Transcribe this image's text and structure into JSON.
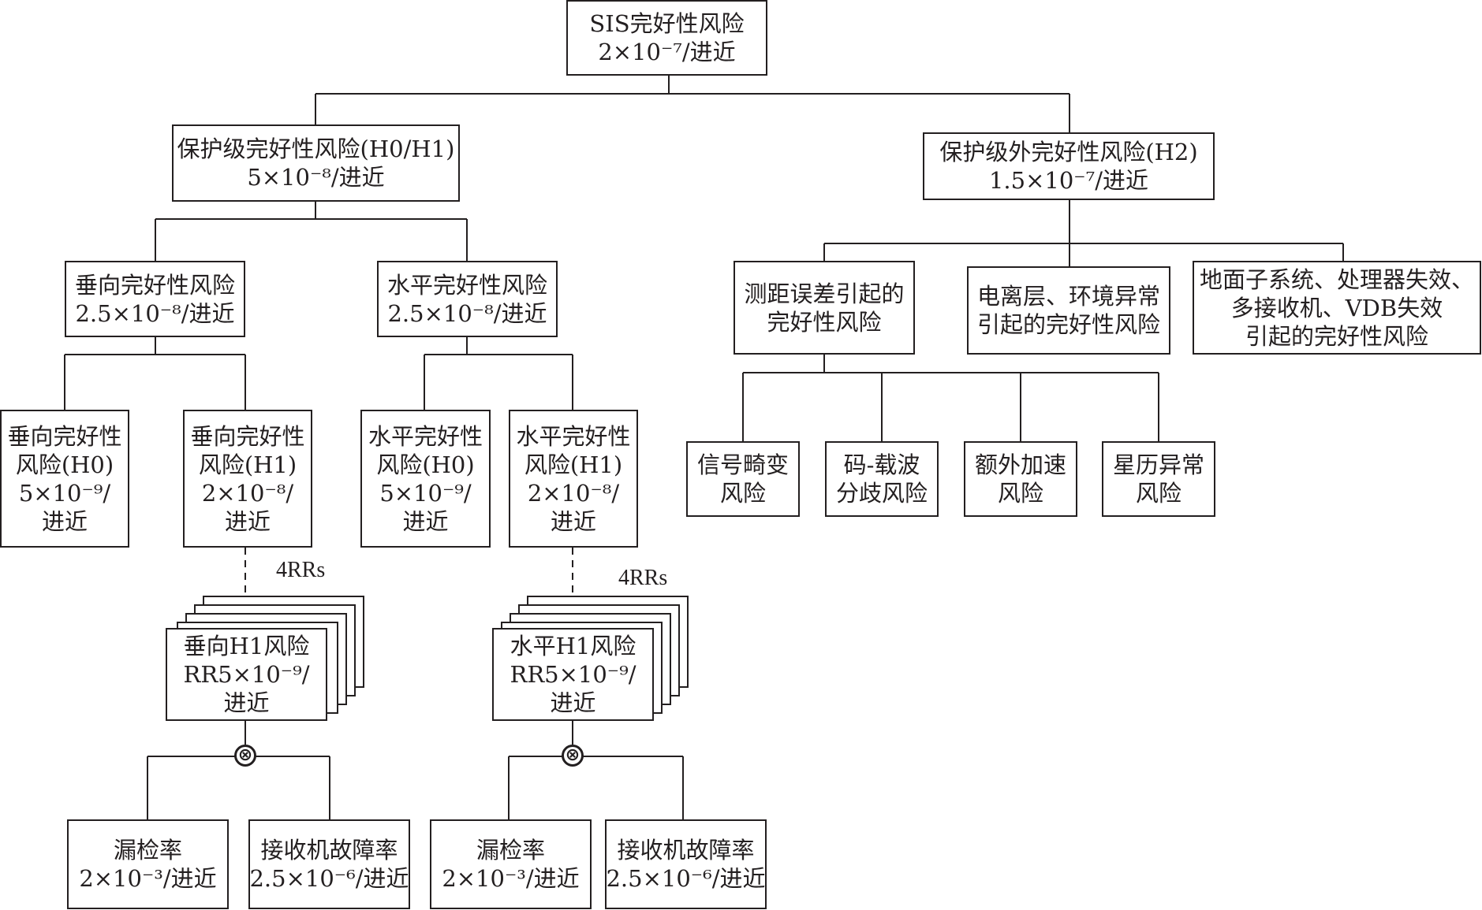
{
  "root": {
    "title": "SIS完好性风险",
    "value": "2×10⁻⁷/进近"
  },
  "pl": {
    "title": "保护级完好性风险(H0/H1)",
    "value": "5×10⁻⁸/进近"
  },
  "out": {
    "title": "保护级外完好性风险(H2)",
    "value": "1.5×10⁻⁷/进近"
  },
  "vert": {
    "title": "垂向完好性风险",
    "value": "2.5×10⁻⁸/进近"
  },
  "horiz": {
    "title": "水平完好性风险",
    "value": "2.5×10⁻⁸/进近"
  },
  "v_h0": {
    "l1": "垂向完好性",
    "l2": "风险(H0)",
    "l3": "5×10⁻⁹/",
    "l4": "进近"
  },
  "v_h1": {
    "l1": "垂向完好性",
    "l2": "风险(H1)",
    "l3": "2×10⁻⁸/",
    "l4": "进近"
  },
  "h_h0": {
    "l1": "水平完好性",
    "l2": "风险(H0)",
    "l3": "5×10⁻⁹/",
    "l4": "进近"
  },
  "h_h1": {
    "l1": "水平完好性",
    "l2": "风险(H1)",
    "l3": "2×10⁻⁸/",
    "l4": "进近"
  },
  "rr_label_v": "4RRs",
  "rr_label_h": "4RRs",
  "v_rr": {
    "l1": "垂向H1风险",
    "l2": "RR5×10⁻⁹/",
    "l3": "进近"
  },
  "h_rr": {
    "l1": "水平H1风险",
    "l2": "RR5×10⁻⁹/",
    "l3": "进近"
  },
  "combine_symbol": "⊗",
  "v_md": {
    "l1": "漏检率",
    "l2": "2×10⁻³/进近"
  },
  "v_rf": {
    "l1": "接收机故障率",
    "l2": "2.5×10⁻⁶/进近"
  },
  "h_md": {
    "l1": "漏检率",
    "l2": "2×10⁻³/进近"
  },
  "h_rf": {
    "l1": "接收机故障率",
    "l2": "2.5×10⁻⁶/进近"
  },
  "range": {
    "l1": "测距误差引起的",
    "l2": "完好性风险"
  },
  "iono": {
    "l1": "电离层、环境异常",
    "l2": "引起的完好性风险"
  },
  "ground": {
    "l1": "地面子系统、处理器失效、",
    "l2": "多接收机、VDB失效",
    "l3": "引起的完好性风险"
  },
  "sig": {
    "l1": "信号畸变",
    "l2": "风险"
  },
  "cc": {
    "l1": "码-载波",
    "l2": "分歧风险"
  },
  "acc": {
    "l1": "额外加速",
    "l2": "风险"
  },
  "eph": {
    "l1": "星历异常",
    "l2": "风险"
  }
}
